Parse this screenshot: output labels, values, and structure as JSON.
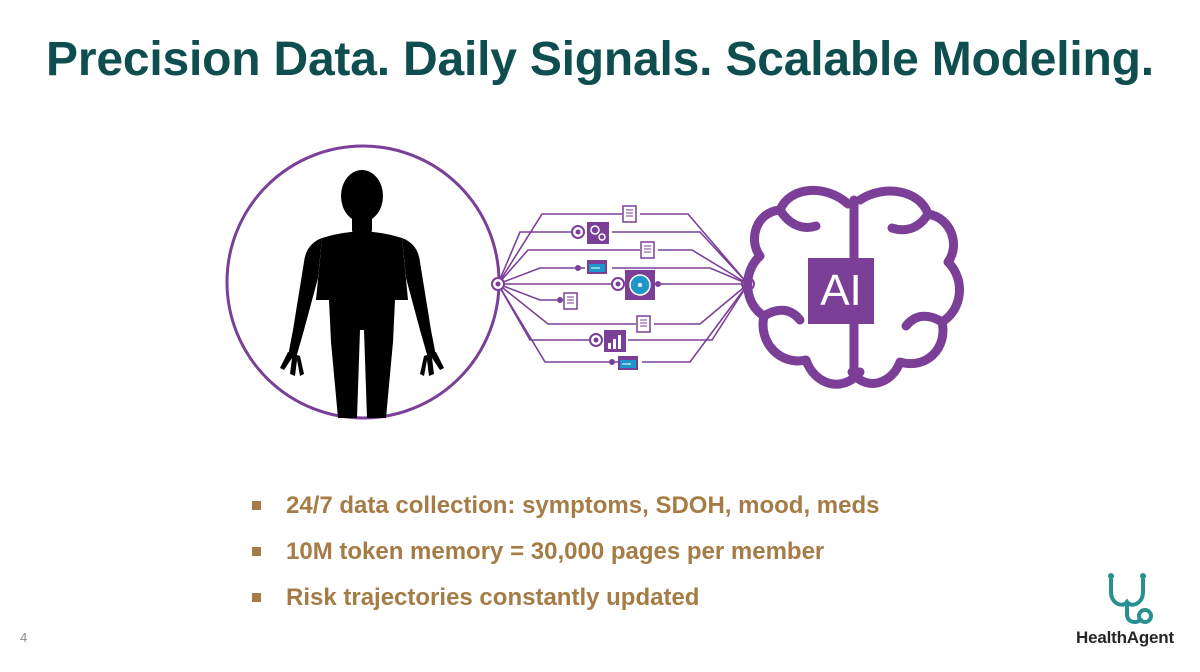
{
  "slide": {
    "title": "Precision Data. Daily Signals. Scalable Modeling.",
    "page_number": "4"
  },
  "figure": {
    "brain_label": "AI",
    "colors": {
      "purple": "#7b3f98",
      "silhouette": "#000000",
      "circle": "#7b3f98",
      "icon_blue": "#1b98c9"
    }
  },
  "bullets": [
    "24/7 data collection: symptoms, SDOH, mood, meds",
    "10M token memory = 30,000 pages per member",
    "Risk trajectories constantly updated"
  ],
  "logo": {
    "name": "HealthAgent",
    "icon": "stethoscope-icon",
    "icon_color": "#2a8f93"
  },
  "colors": {
    "title": "#0f4e4f",
    "bullet_text": "#a57c45"
  }
}
